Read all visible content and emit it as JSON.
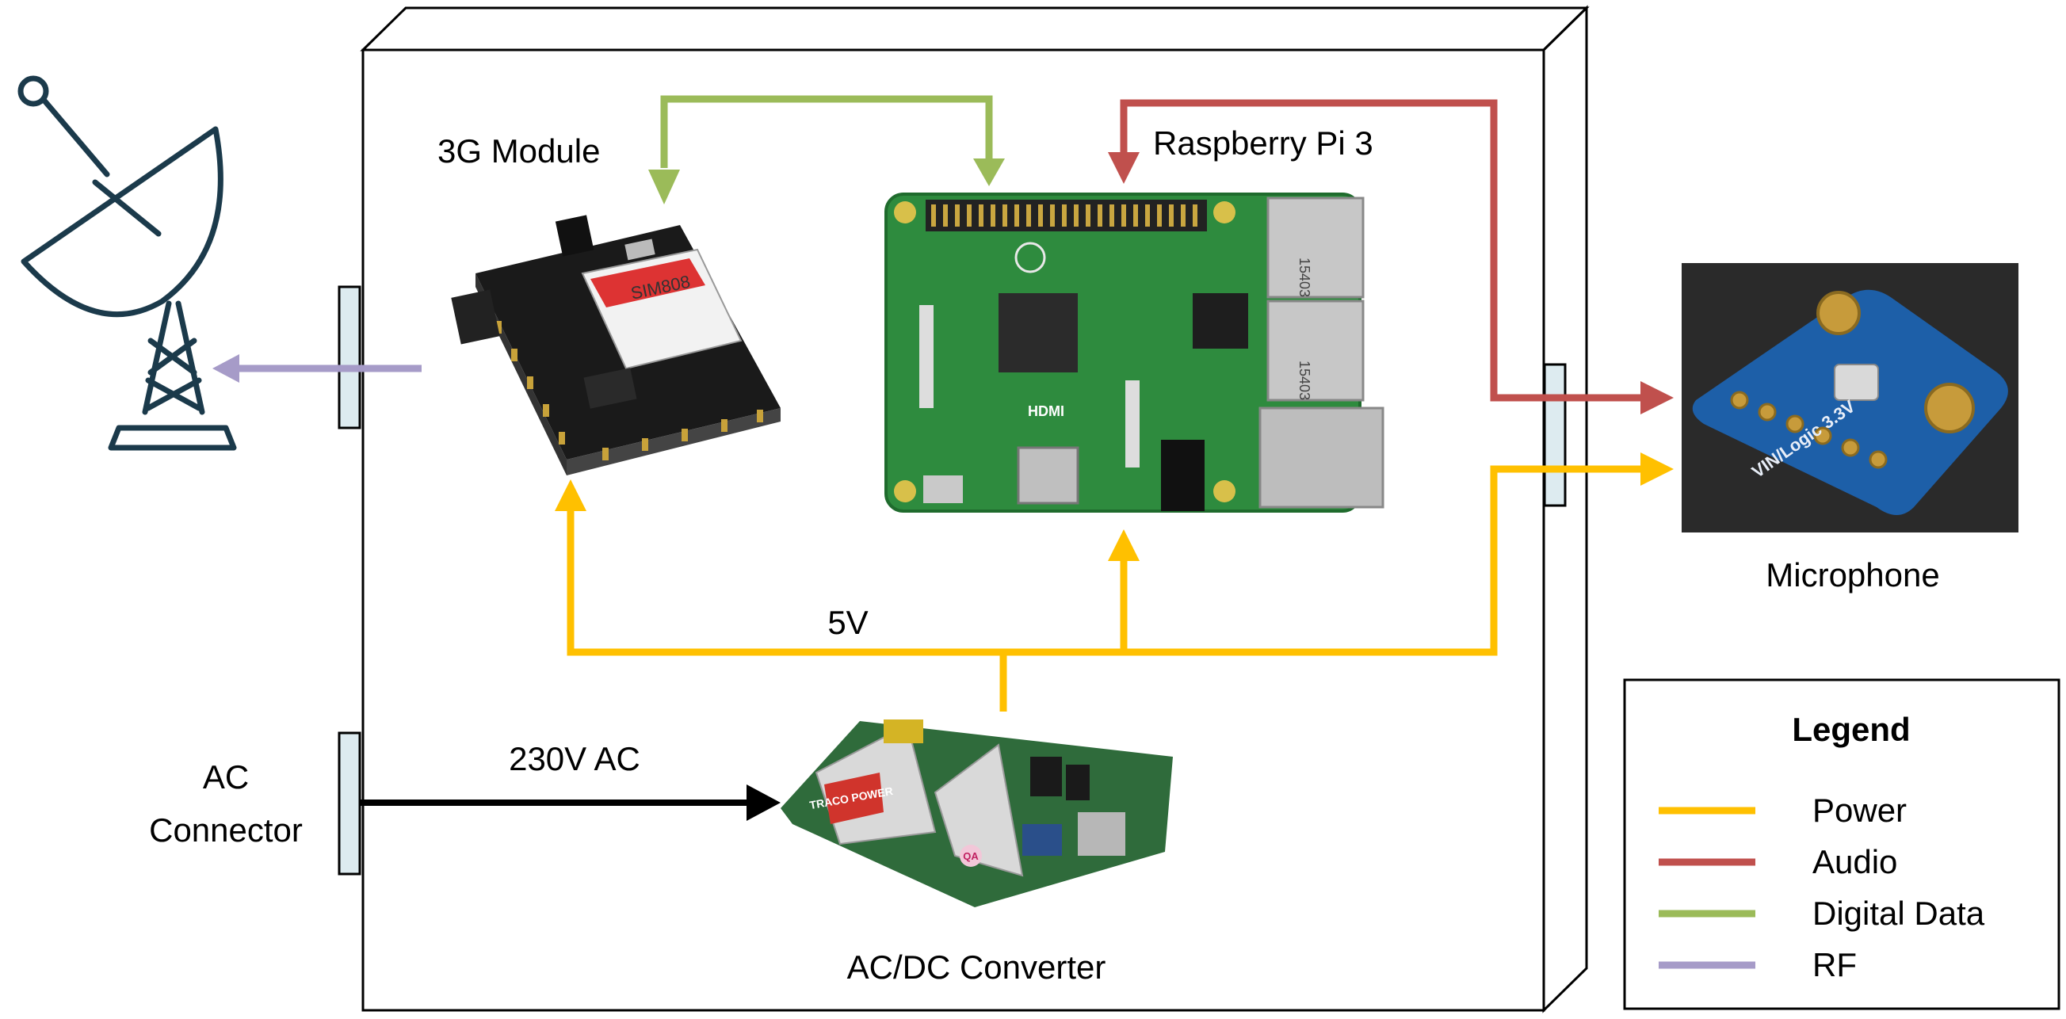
{
  "labels": {
    "module_3g": "3G Module",
    "raspberry_pi": "Raspberry Pi 3",
    "microphone": "Microphone",
    "ac_connector_line1": "AC",
    "ac_connector_line2": "Connector",
    "ac_in": "230V AC",
    "dc_out": "5V",
    "converter": "AC/DC Converter"
  },
  "legend": {
    "title": "Legend",
    "items": [
      {
        "label": "Power",
        "color": "#FFC000"
      },
      {
        "label": "Audio",
        "color": "#C0504D"
      },
      {
        "label": "Digital Data",
        "color": "#9BBB59"
      },
      {
        "label": "RF",
        "color": "#A69BC8"
      }
    ]
  },
  "colors": {
    "power": "#FFC000",
    "audio": "#C0504D",
    "digital": "#9BBB59",
    "rf": "#A69BC8",
    "ac": "#000000",
    "enclosure_stroke": "#000000",
    "port_fill": "#DDEBF0",
    "antenna": "#1B3A4B",
    "pcb_green": "#2E8B3E",
    "mic_blue": "#1D5FA8"
  },
  "icons": {
    "antenna": "satellite-dish-icon",
    "module_3g": "sim808-board-icon",
    "raspberry_pi": "raspberry-pi-board-icon",
    "microphone": "microphone-breakout-icon",
    "converter": "power-supply-icon"
  },
  "board_text": {
    "sim_chip": "SIM808",
    "pi_hdmi": "HDMI",
    "pi_usb": "15403",
    "converter_brand": "TRACO POWER",
    "converter_qa": "QA",
    "mic_print": "VIN/Logic 3.3V"
  }
}
